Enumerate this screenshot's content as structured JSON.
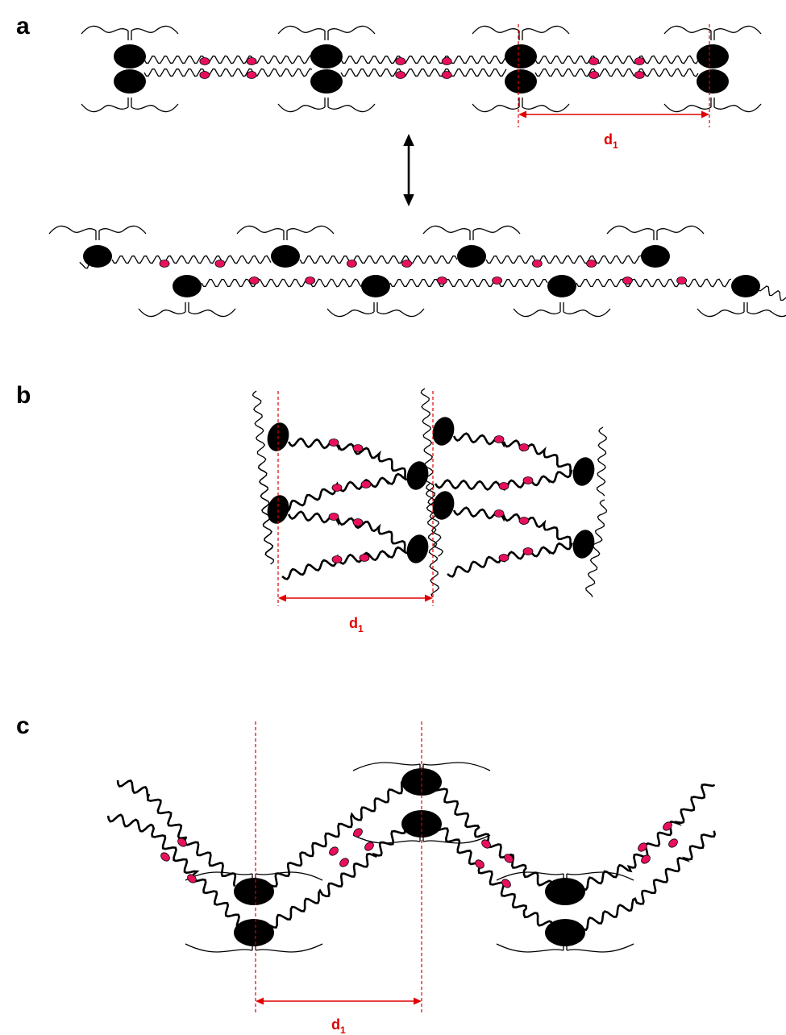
{
  "panels": {
    "a": {
      "label": "a"
    },
    "b": {
      "label": "b"
    },
    "c": {
      "label": "c"
    }
  },
  "dimension": {
    "symbol": "d",
    "subscript": "1"
  },
  "colors": {
    "molecule_core": "#000000",
    "chain": "#000000",
    "link_group": "#e8105e",
    "dimension": "#e00000"
  }
}
